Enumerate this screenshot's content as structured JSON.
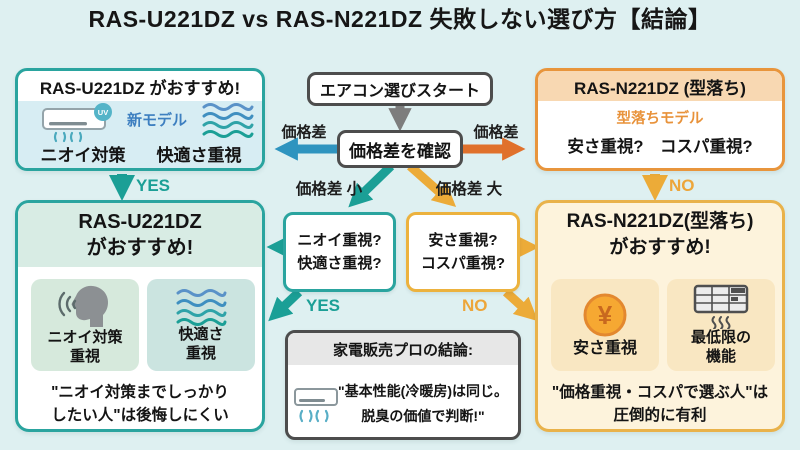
{
  "title": "RAS-U221DZ vs RAS-N221DZ 失敗しない選び方【結論】",
  "colors": {
    "teal": "#2aa49f",
    "orange": "#e8953c",
    "yellow": "#e9b24a",
    "blue_arrow": "#2e94bf",
    "orange_arrow": "#e0712c",
    "gray_arrow": "#7d7d7d"
  },
  "flow": {
    "start": "エアコン選びスタート",
    "check": "価格差を確認",
    "edge_left": "価格差",
    "edge_right": "価格差",
    "edge_small": "価格差 小",
    "edge_large": "価格差 大",
    "yes_top": "YES",
    "no_top": "NO",
    "yes_mid": "YES",
    "no_mid": "NO"
  },
  "top_left": {
    "header": "RAS-U221DZ がおすすめ!",
    "uv_badge": "UV",
    "model_badge": "新モデル",
    "feature1": "ニオイ対策",
    "feature2": "快適さ重視"
  },
  "top_right": {
    "header": "RAS-N221DZ (型落ち)",
    "model_badge": "型落ちモデル",
    "question": "安さ重視?　コスパ重視?"
  },
  "decision_left": {
    "line1": "ニオイ重視?",
    "line2": "快適さ重視?"
  },
  "decision_right": {
    "line1": "安さ重視?",
    "line2": "コスパ重視?"
  },
  "result_left": {
    "title_line1": "RAS-U221DZ",
    "title_line2": "がおすすめ!",
    "card1_line1": "ニオイ対策",
    "card1_line2": "重視",
    "card2_line1": "快適さ",
    "card2_line2": "重視",
    "quote_line1": "\"ニオイ対策までしっかり",
    "quote_line2": "したい人\"は後悔しにくい"
  },
  "pro": {
    "header": "家電販売プロの結論:",
    "line1": "\"基本性能(冷暖房)は同じ。",
    "line2": "脱臭の価値で判断!\""
  },
  "result_right": {
    "title_line1": "RAS-N221DZ(型落ち)",
    "title_line2": "がおすすめ!",
    "yen_symbol": "¥",
    "card1_label": "安さ重視",
    "card2_line1": "最低限の",
    "card2_line2": "機能",
    "quote_line1": "\"価格重視・コスパで選ぶ人\"は",
    "quote_line2": "圧倒的に有利"
  }
}
